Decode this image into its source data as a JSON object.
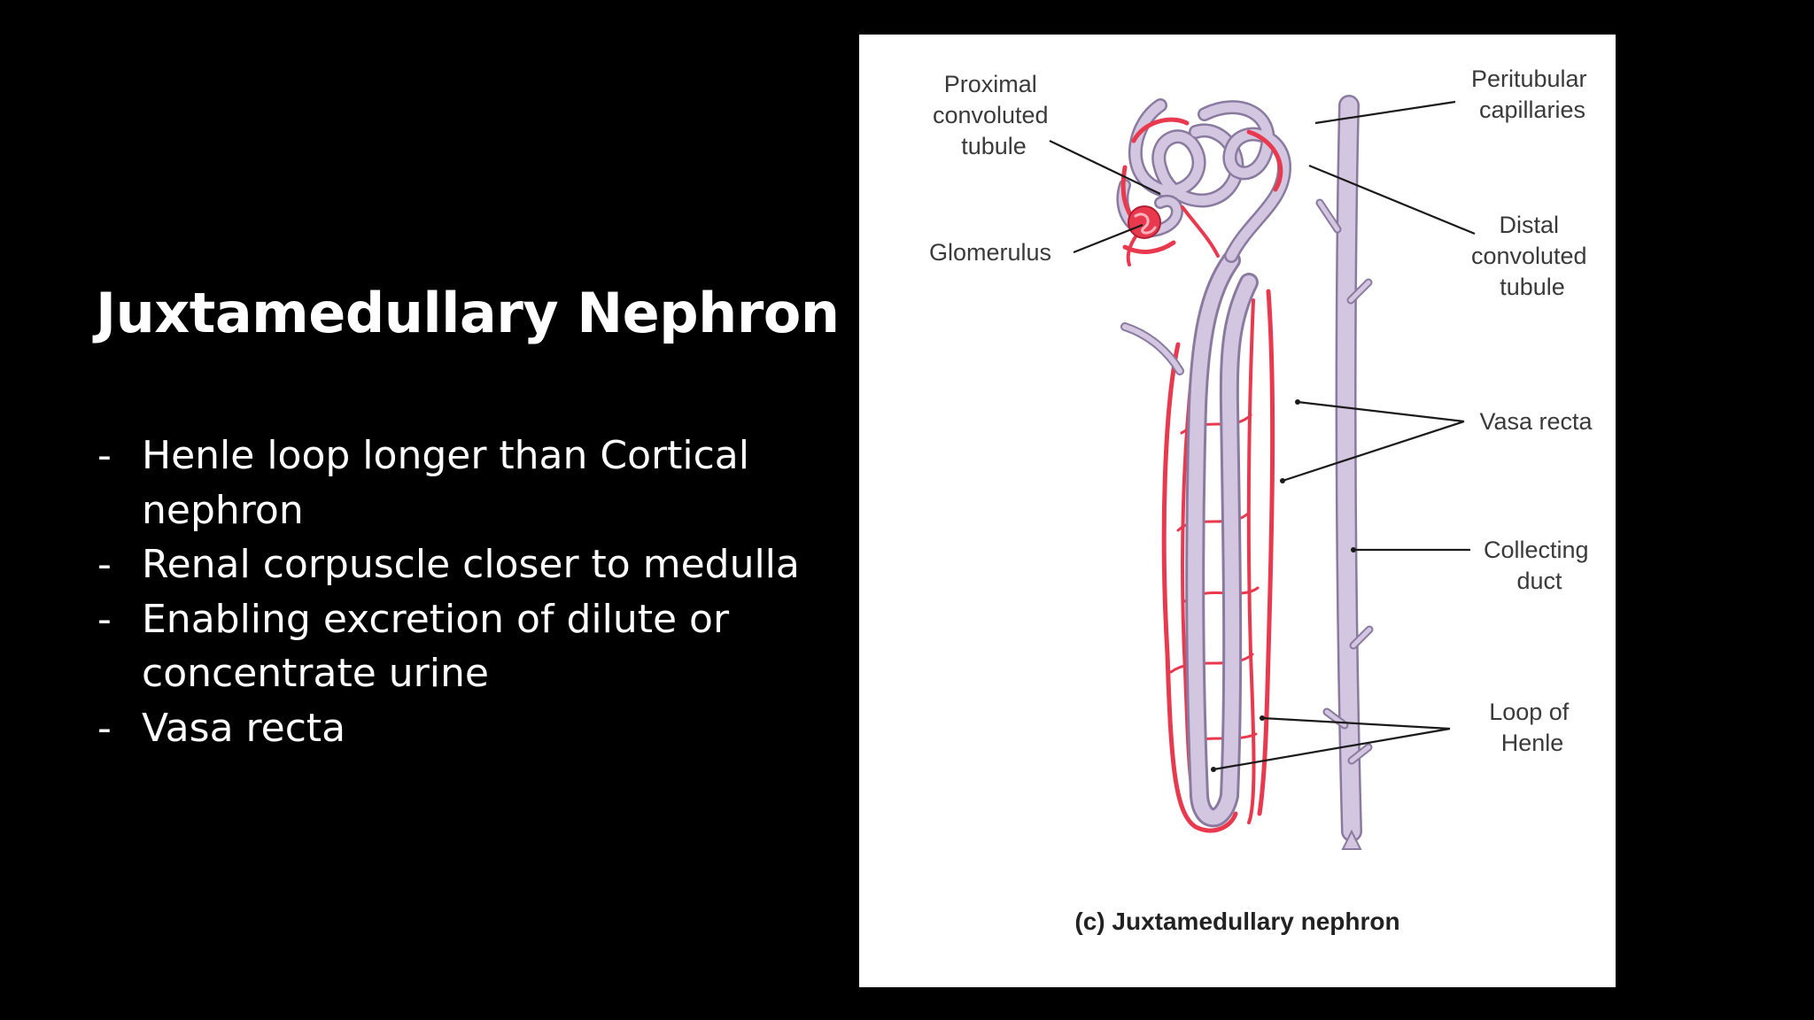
{
  "slide": {
    "title": "Juxtamedullary Nephron",
    "bullet_marker": "-",
    "bullets": [
      "Henle loop longer than Cortical nephron",
      "Renal corpuscle closer to medulla",
      "Enabling excretion of dilute or concentrate urine",
      "Vasa recta"
    ]
  },
  "figure": {
    "labels": {
      "proximal": [
        "Proximal",
        "convoluted",
        "tubule"
      ],
      "glomerulus": "Glomerulus",
      "peritubular": [
        "Peritubular",
        "capillaries"
      ],
      "distal": [
        "Distal",
        "convoluted",
        "tubule"
      ],
      "vasa_recta": "Vasa recta",
      "collecting_duct": [
        "Collecting",
        "duct"
      ],
      "loop_of_henle": [
        "Loop of",
        "Henle"
      ]
    },
    "caption": "(c) Juxtamedullary nephron",
    "colors": {
      "tubule": "#c9bcd8",
      "tubule_outline": "#8a7aa0",
      "capillary": "#e8394e",
      "background": "#ffffff"
    }
  }
}
